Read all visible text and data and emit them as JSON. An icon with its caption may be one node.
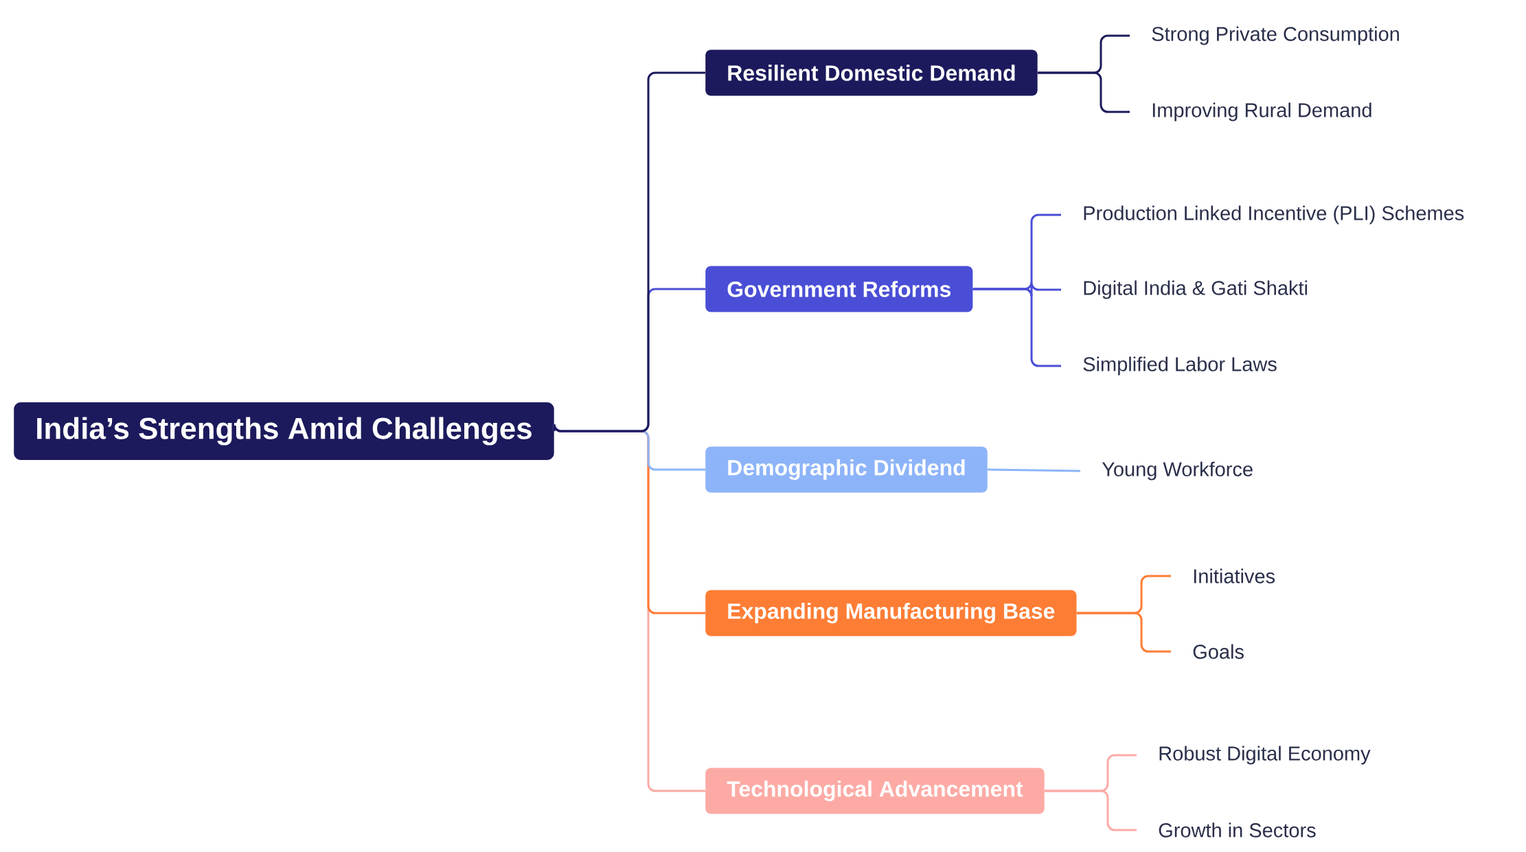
{
  "diagram": {
    "nodes": [
      {
        "text": [
          "India’s Strengths Amid Challenges"
        ]
      },
      {
        "text": [
          "Resilient Domestic Demand"
        ]
      },
      {
        "text": [
          "Government Reforms"
        ]
      },
      {
        "text": [
          "Demographic Dividend"
        ]
      },
      {
        "text": [
          "Expanding Manufacturing Base"
        ]
      },
      {
        "text": [
          "Technological Advancement"
        ]
      },
      {
        "text": [
          "Strong Private Consumption"
        ]
      },
      {
        "text": [
          "Improving Rural Demand"
        ]
      },
      {
        "text": [
          "Production Linked Incentive (PLI) Schemes"
        ]
      },
      {
        "text": [
          "Digital India & Gati Shakti"
        ]
      },
      {
        "text": [
          "Simplified Labor Laws"
        ]
      },
      {
        "text": [
          "Young Workforce"
        ]
      },
      {
        "text": [
          "Initiatives"
        ]
      },
      {
        "text": [
          "Goals"
        ]
      },
      {
        "text": [
          "Robust Digital Economy"
        ]
      },
      {
        "text": [
          "Growth in Sectors"
        ]
      }
    ],
    "edges": [
      {
        "from": 0,
        "to": 1,
        "arrow": "none",
        "color": "#1c1a5c"
      },
      {
        "from": 0,
        "to": 2,
        "arrow": "none",
        "color": "#4a4ed6"
      },
      {
        "from": 0,
        "to": 3,
        "arrow": "none",
        "color": "#8db4f9"
      },
      {
        "from": 0,
        "to": 4,
        "arrow": "none",
        "color": "#fd7d35"
      },
      {
        "from": 0,
        "to": 5,
        "arrow": "none",
        "color": "#fdaaa5"
      },
      {
        "from": 1,
        "to": 6,
        "arrow": "none",
        "color": "#1c1a5c"
      },
      {
        "from": 1,
        "to": 7,
        "arrow": "none",
        "color": "#1c1a5c"
      },
      {
        "from": 2,
        "to": 8,
        "arrow": "none",
        "color": "#4a4ed6"
      },
      {
        "from": 2,
        "to": 9,
        "arrow": "none",
        "color": "#4a4ed6"
      },
      {
        "from": 2,
        "to": 10,
        "arrow": "none",
        "color": "#4a4ed6"
      },
      {
        "from": 3,
        "to": 11,
        "arrow": "none",
        "color": "#8db4f9"
      },
      {
        "from": 4,
        "to": 12,
        "arrow": "none",
        "color": "#fd7d35"
      },
      {
        "from": 4,
        "to": 13,
        "arrow": "none",
        "color": "#fd7d35"
      },
      {
        "from": 5,
        "to": 14,
        "arrow": "none",
        "color": "#fdaaa5"
      },
      {
        "from": 5,
        "to": 15,
        "arrow": "none",
        "color": "#fdaaa5"
      }
    ]
  }
}
